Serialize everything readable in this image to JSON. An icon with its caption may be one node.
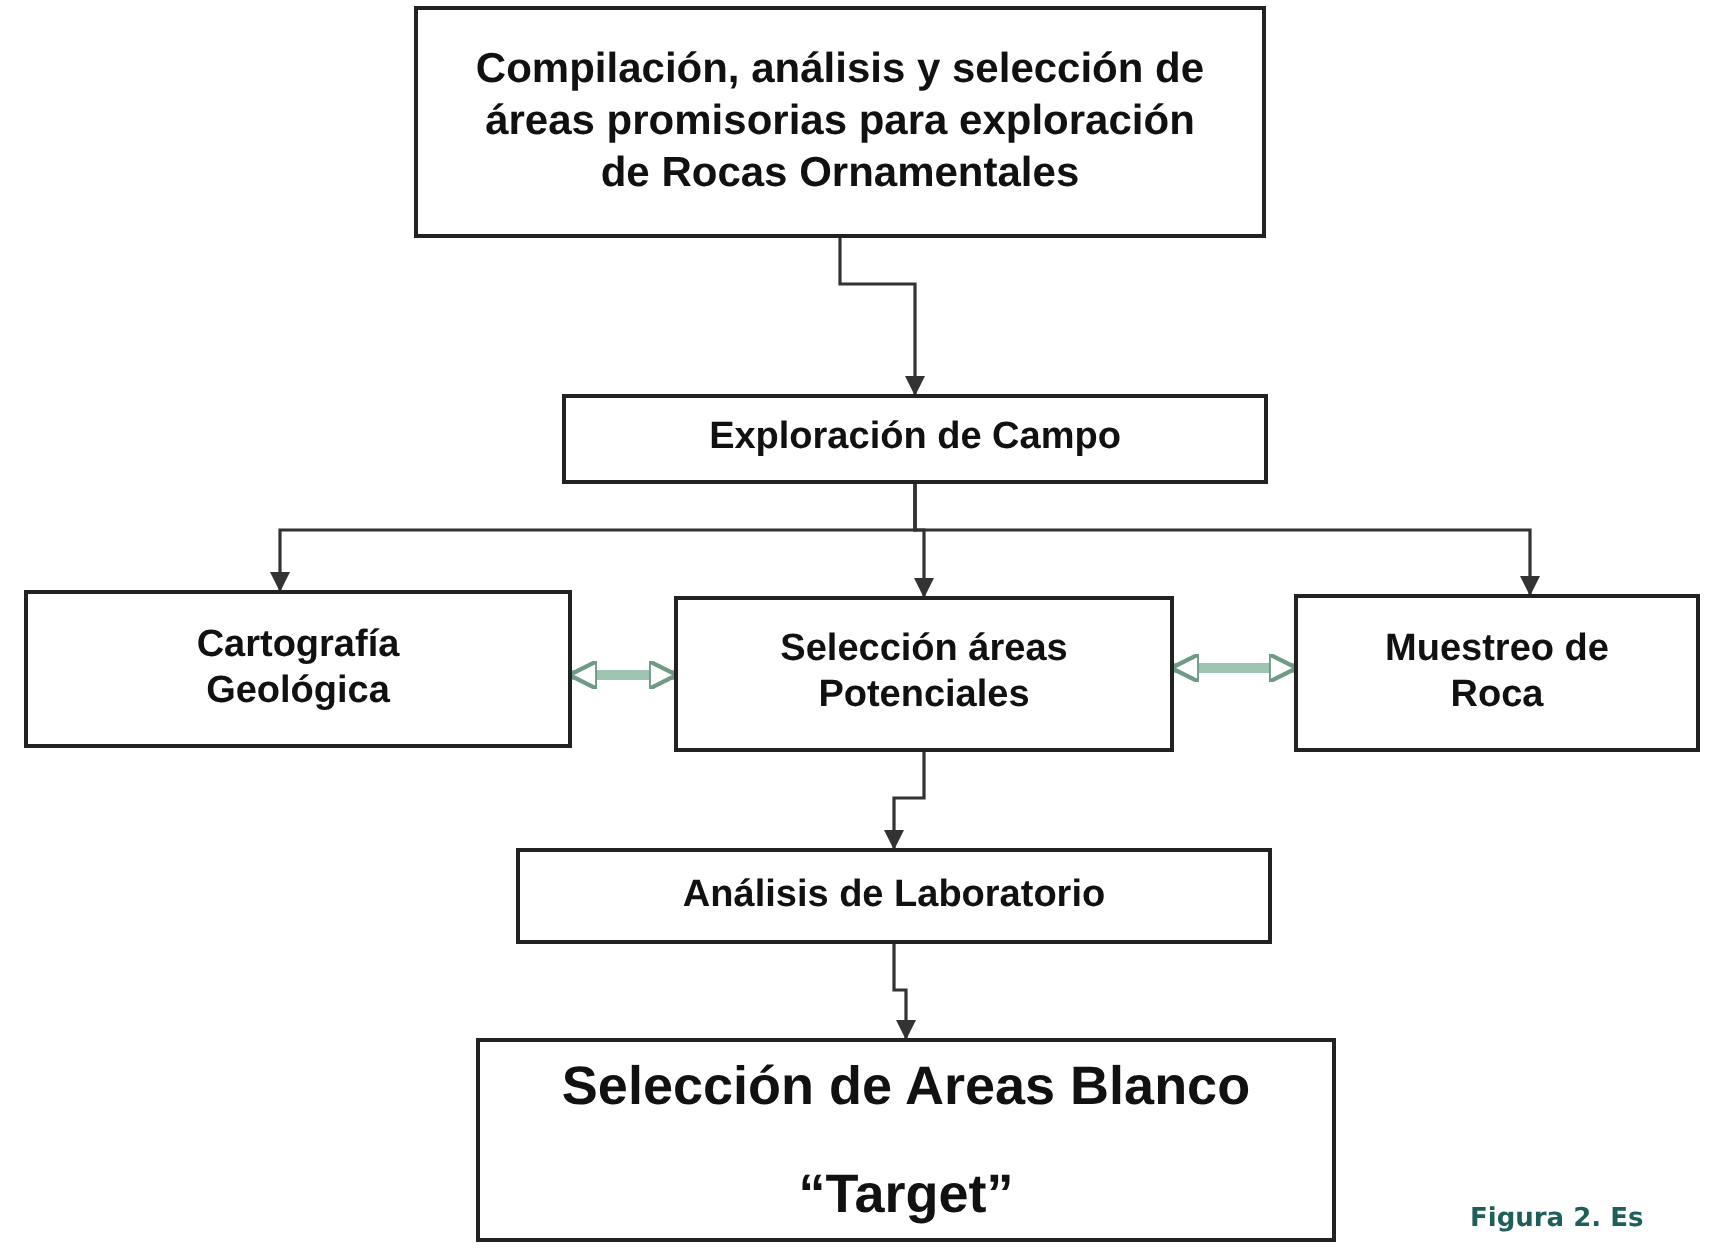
{
  "diagram": {
    "caption": "Figura 2. Es",
    "nodes": [
      {
        "text": [
          "Compilación, análisis y selección de áreas promisorias para exploración de Rocas Ornamentales"
        ]
      },
      {
        "text": [
          "Exploración de Campo"
        ]
      },
      {
        "text": [
          "Cartografía Geológica"
        ]
      },
      {
        "text": [
          "Selección áreas Potenciales"
        ]
      },
      {
        "text": [
          "Muestreo de Roca"
        ]
      },
      {
        "text": [
          "Análisis de Laboratorio"
        ]
      },
      {
        "text": [
          "Selección de Areas Blanco “Target”"
        ]
      }
    ],
    "edges": [
      {
        "from": 0,
        "to": 1,
        "arrow": "to"
      },
      {
        "from": 1,
        "to": 2,
        "arrow": "to"
      },
      {
        "from": 1,
        "to": 3,
        "arrow": "to"
      },
      {
        "from": 1,
        "to": 4,
        "arrow": "to"
      },
      {
        "from": 2,
        "to": 3,
        "arrow": "both",
        "style": "thick",
        "color": "#9ec4b2"
      },
      {
        "from": 3,
        "to": 4,
        "arrow": "both",
        "style": "thick",
        "color": "#9ec4b2"
      },
      {
        "from": 3,
        "to": 5,
        "arrow": "to"
      },
      {
        "from": 5,
        "to": 6,
        "arrow": "to"
      }
    ]
  }
}
